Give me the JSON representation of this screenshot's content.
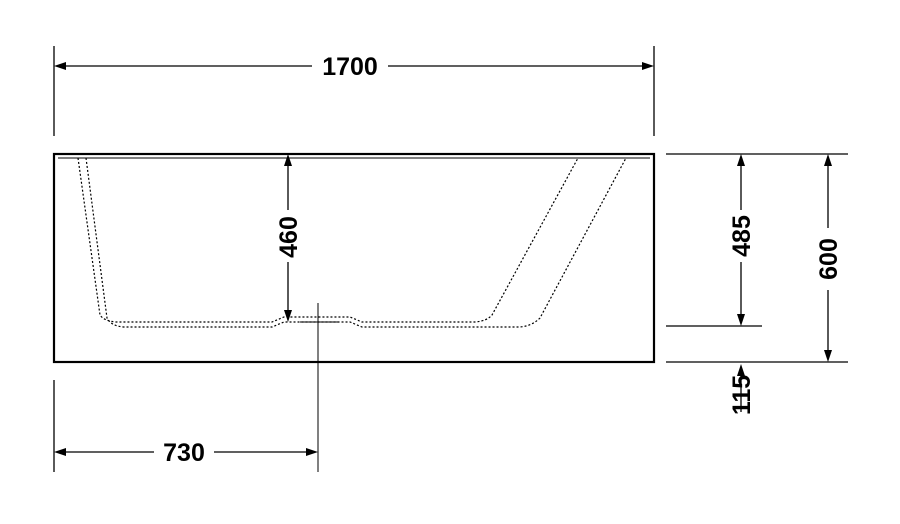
{
  "dimensions": {
    "overall_length": "1700",
    "interior_depth": "460",
    "depth_485": "485",
    "overall_height": "600",
    "feet_height": "115",
    "drain_offset": "730"
  }
}
